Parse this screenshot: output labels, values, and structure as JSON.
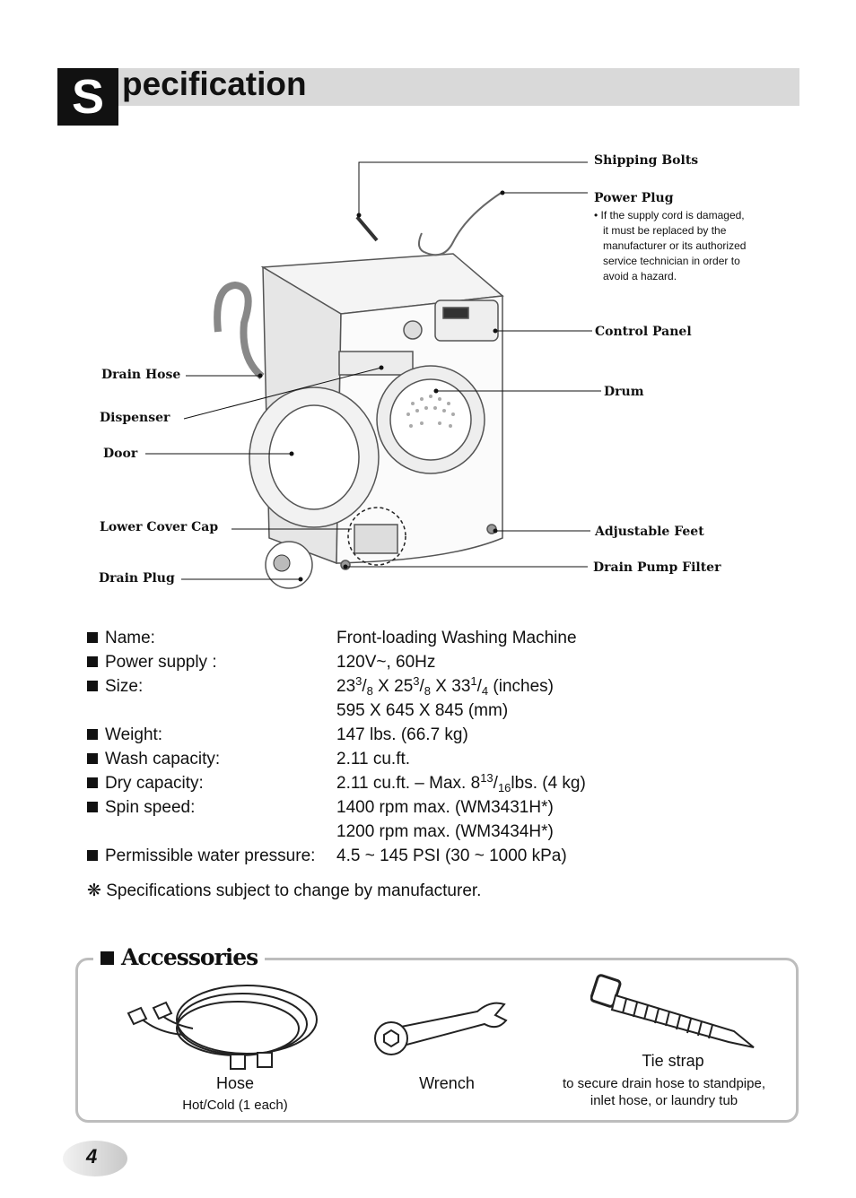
{
  "header": {
    "title_initial": "S",
    "title_rest": "pecification"
  },
  "diagram_labels": {
    "shipping_bolts": "Shipping Bolts",
    "power_plug": "Power Plug",
    "power_plug_note": [
      "• If the supply cord is damaged,",
      "it must be replaced by the",
      "manufacturer or its authorized",
      "service technician in order to",
      "avoid a hazard."
    ],
    "control_panel": "Control Panel",
    "drum": "Drum",
    "drain_hose": "Drain Hose",
    "dispenser": "Dispenser",
    "door": "Door",
    "lower_cover_cap": "Lower Cover Cap",
    "adjustable_feet": "Adjustable Feet",
    "drain_pump_filter": "Drain Pump Filter",
    "drain_plug": "Drain Plug"
  },
  "specs": {
    "name": {
      "label": "Name:",
      "value": "Front-loading Washing Machine"
    },
    "power": {
      "label": "Power supply :",
      "value": "120V~, 60Hz"
    },
    "size": {
      "label": "Size:",
      "w_whole": "23",
      "w_num": "3",
      "w_den": "8",
      "sep1": " X ",
      "d_whole": "25",
      "d_num": "3",
      "d_den": "8",
      "sep2": " X ",
      "h_whole": "33",
      "h_num": "1",
      "h_den": "4",
      "unit": " (inches)",
      "metric": "595 X 645 X 845 (mm)"
    },
    "weight": {
      "label": "Weight:",
      "value": "147 lbs. (66.7 kg)"
    },
    "wash": {
      "label": "Wash capacity:",
      "value": "2.11 cu.ft."
    },
    "dry": {
      "label": "Dry capacity:",
      "prefix": "2.11 cu.ft. – Max. 8",
      "num": "13",
      "den": "16",
      "suffix": "lbs. (4 kg)"
    },
    "spin": {
      "label": "Spin speed:",
      "value1": "1400 rpm max. (WM3431H*)",
      "value2": "1200 rpm max. (WM3434H*)"
    },
    "pressure": {
      "label": "Permissible water pressure:",
      "value": "4.5 ~ 145 PSI (30 ~ 1000 kPa)"
    },
    "footnote": "❋  Specifications subject to change by manufacturer."
  },
  "accessories": {
    "title": "Accessories",
    "hose": {
      "label": "Hose",
      "sub": "Hot/Cold (1 each)"
    },
    "wrench": {
      "label": "Wrench"
    },
    "tie": {
      "label": "Tie strap",
      "sub1": "to secure drain hose to standpipe,",
      "sub2": "inlet hose, or laundry tub"
    }
  },
  "page_number": "4"
}
